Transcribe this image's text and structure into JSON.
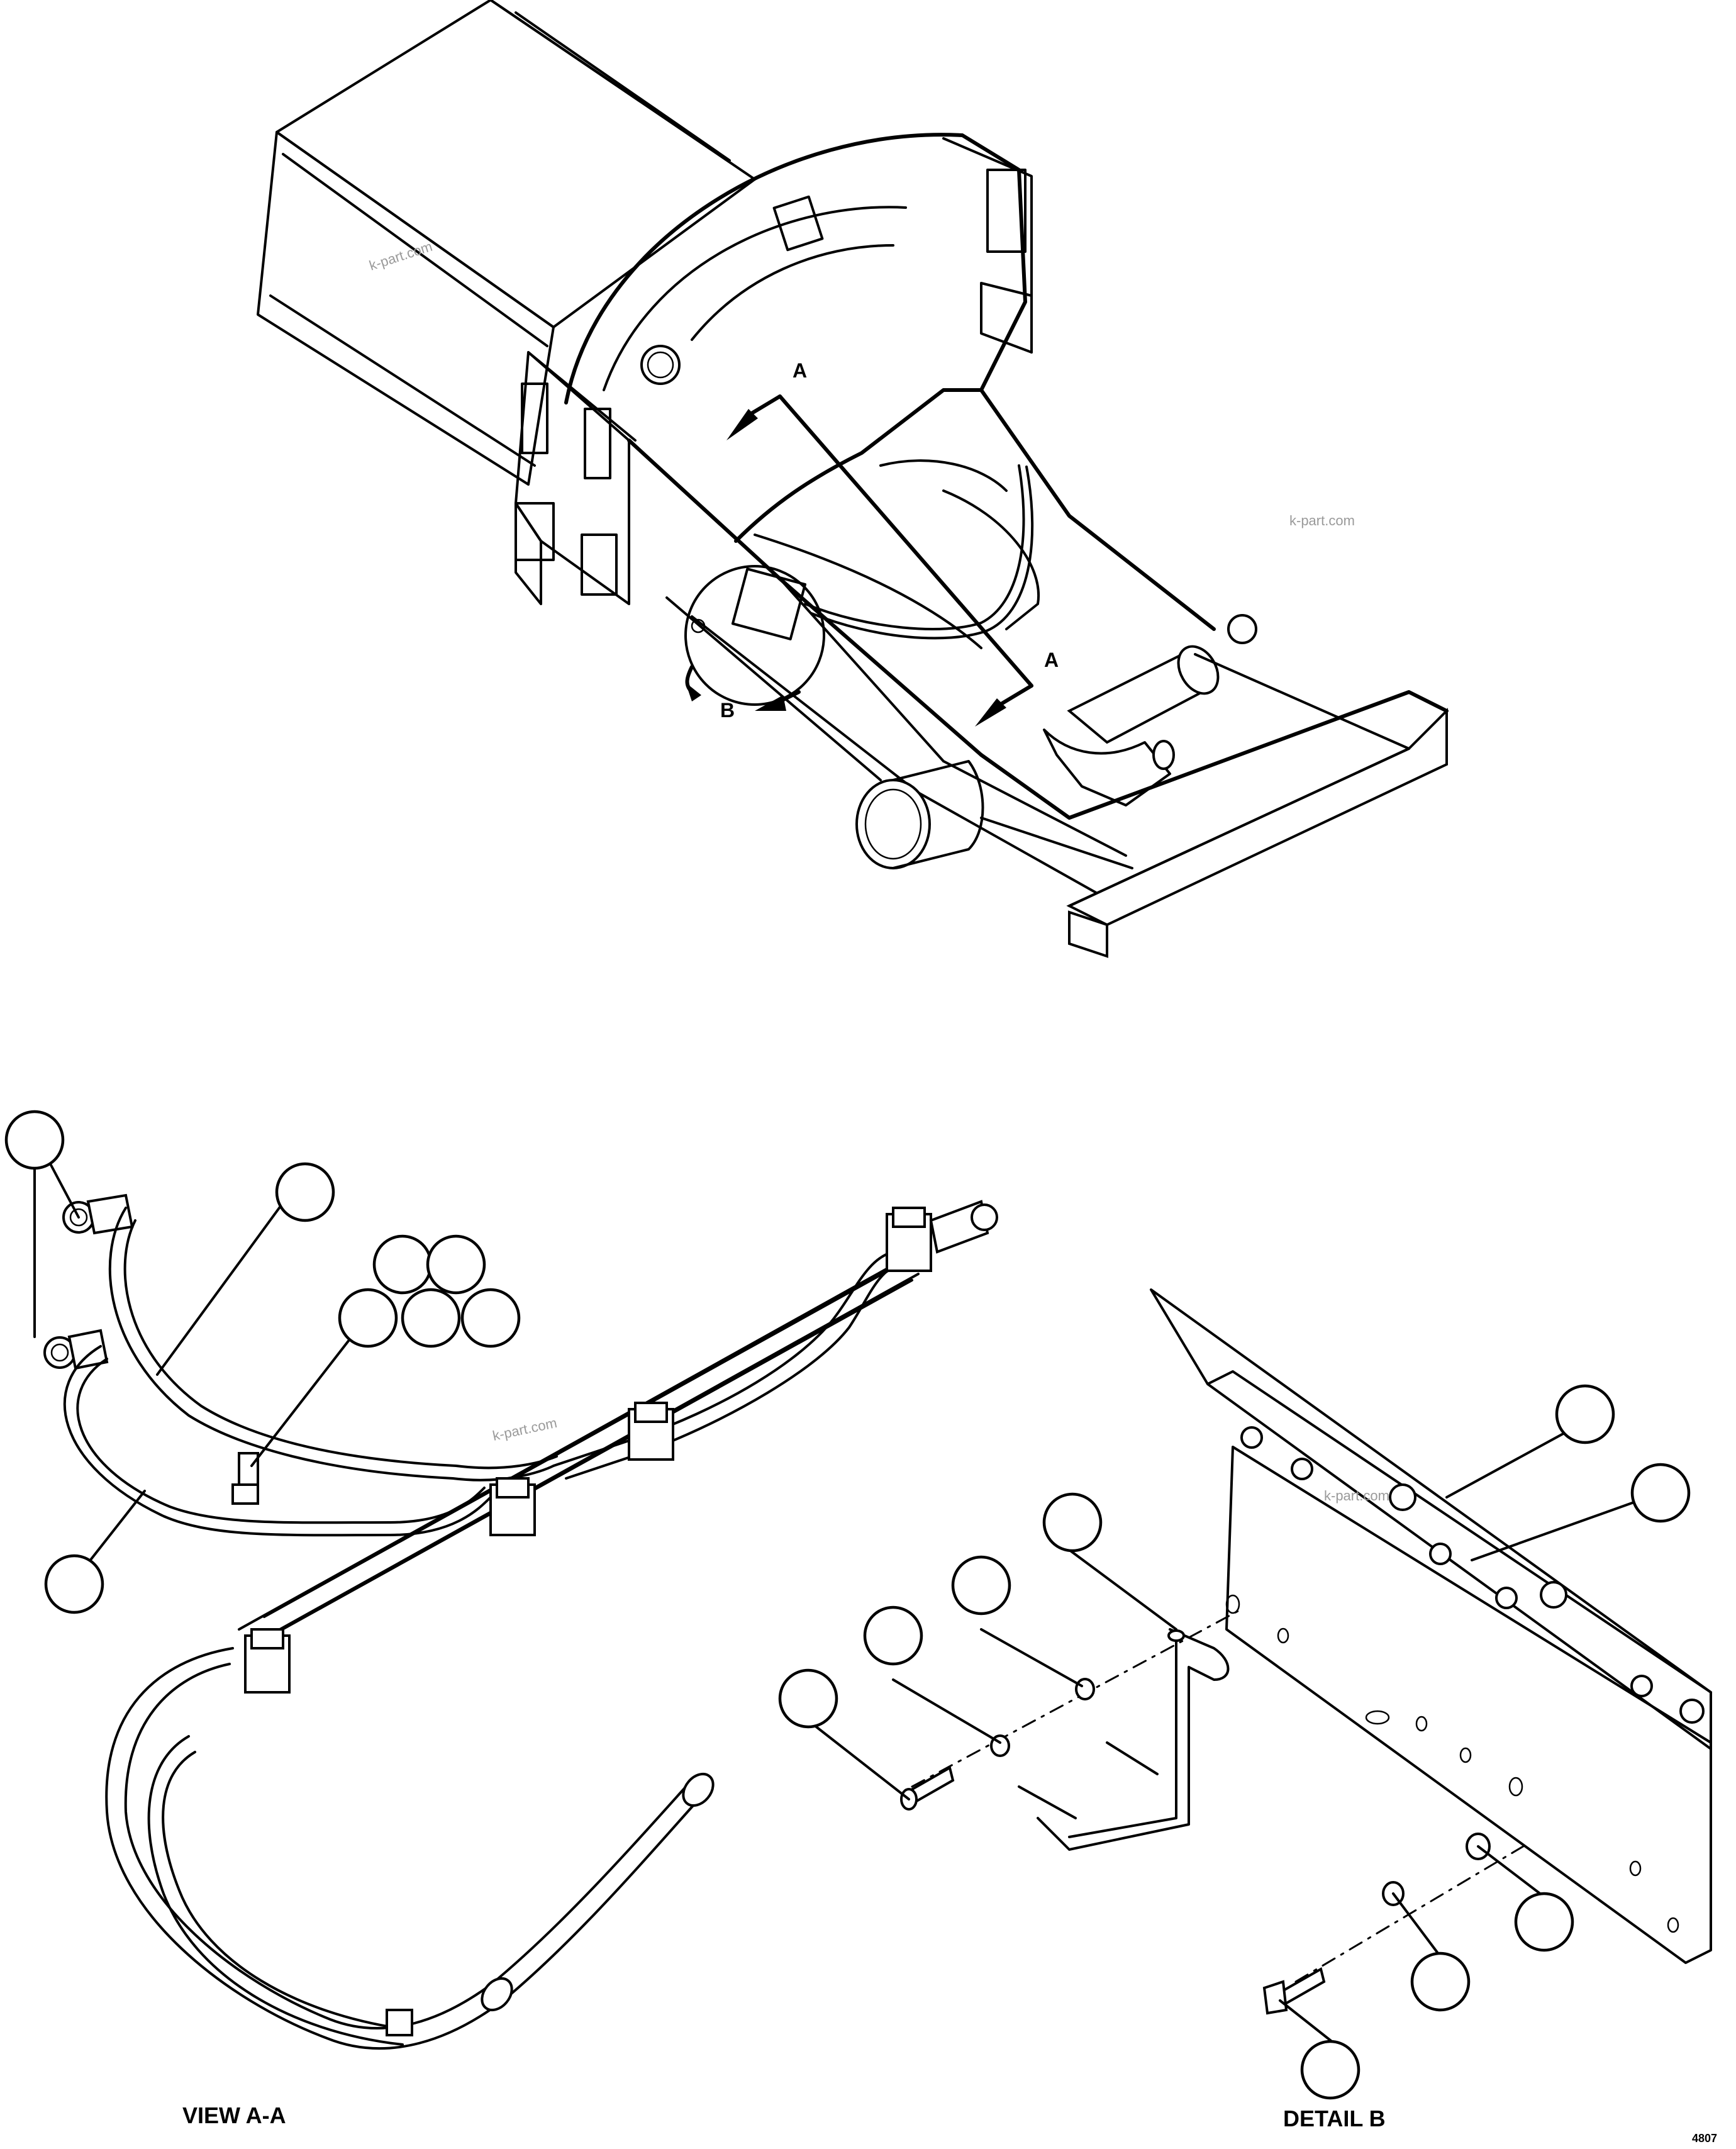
{
  "labels": {
    "view_arrow_a": "A",
    "view_arrow_b": "B",
    "view_title": "VIEW A-A",
    "detail_title": "DETAIL B",
    "drawing_number": "4807"
  },
  "watermarks": [
    "k-part.com",
    "k-part.com",
    "k-part.com",
    "k-part.com"
  ],
  "callouts": {
    "view_a": [
      "",
      "",
      "",
      "",
      "",
      "",
      "",
      ""
    ],
    "detail_b": [
      "",
      "",
      "",
      "",
      "",
      "",
      "",
      "",
      ""
    ]
  }
}
